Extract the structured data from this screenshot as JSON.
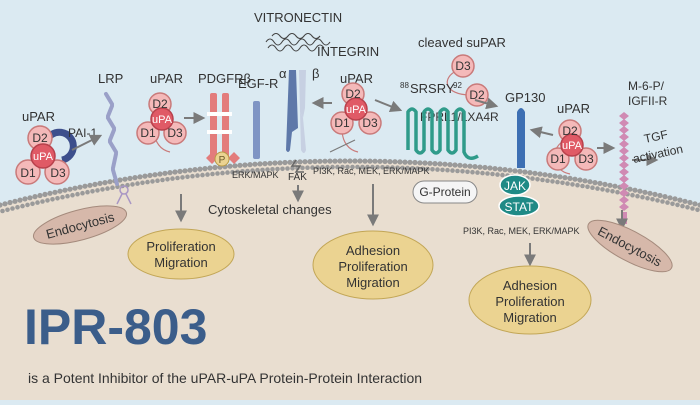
{
  "labels": {
    "vitronectin": "VITRONECTIN",
    "integrin": "INTEGRIN",
    "alpha": "α",
    "beta": "β",
    "cleaved_supar": "cleaved suPAR",
    "srsry_sup1": "88",
    "srsry": "SRSRY",
    "srsry_sup2": "92",
    "lrp": "LRP",
    "pai1": "PAI-1",
    "pdgfrb": "PDGFRβ",
    "egfr": "EGF-R",
    "fprl1": "FPRL1/LXA4R",
    "gp130": "GP130",
    "m6p": "M-6-P/",
    "igfii": "IGFII-R",
    "tgf": "TGF",
    "activation": "activation",
    "upar": "uPAR",
    "p": "P",
    "erk_mapk": "ERK/MAPK",
    "fak": "FAK",
    "pi3k_1": "PI3K, Rac, MEK, ERK/MAPK",
    "pi3k_2": "PI3K, Rac, MEK, ERK/MAPK",
    "cytoskeletal": "Cytoskeletal changes",
    "gprotein": "G-Protein",
    "jak": "JAK",
    "stat": "STAT",
    "endocytosis_left": "Endocytosis",
    "endocytosis_right": "Endocytosis",
    "prolif_mig": [
      "Proliferation",
      "Migration"
    ],
    "adhesion_1": [
      "Adhesion",
      "Proliferation",
      "Migration"
    ],
    "adhesion_2": [
      "Adhesion",
      "Proliferation",
      "Migration"
    ],
    "title": "IPR-803",
    "subtitle": "is a Potent Inhibitor of the uPAR-uPA Protein-Protein Interaction"
  },
  "domains": {
    "d2": "D2",
    "d1": "D1",
    "d3": "D3",
    "upa": "uPA"
  },
  "colors": {
    "background": "#dbeaf2",
    "cell": "#e9ded0",
    "membrane_bead": "#9a9a9a",
    "upar_fill": "#f4b9b9",
    "upar_stroke": "#c97a7a",
    "upa_fill": "#e05a66",
    "arrow": "#7a7a7a",
    "oval_fill": "#ebd391",
    "endocytosis_fill": "#d6b8aa",
    "title": "#3b5d8a",
    "fprl1_green": "#2f9b8a",
    "gp130_blue": "#3d6fb3",
    "jak_stat": "#1f8a86",
    "m6p_pink": "#d08ab3"
  }
}
